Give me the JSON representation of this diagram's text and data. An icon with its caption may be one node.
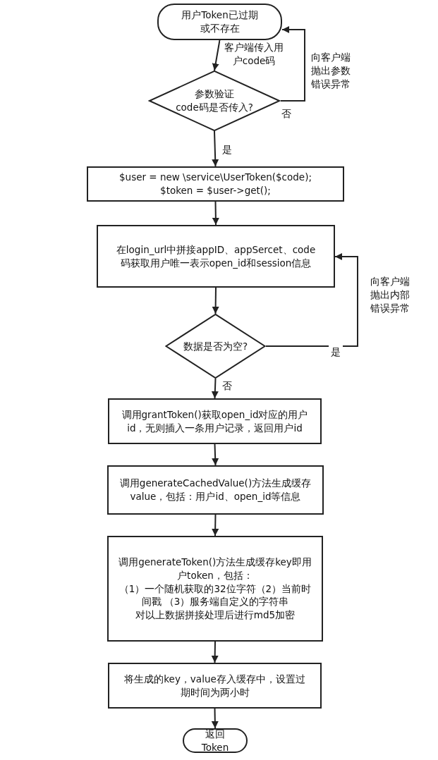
{
  "diagram": {
    "nodes": [
      {
        "text": [
          "用户Token已过期或不存在"
        ]
      },
      {
        "text": [
          "参数验证",
          "code码是否传入?"
        ]
      },
      {
        "text": [
          "$user = new \\service\\UserToken($code);",
          "$token = $user->get();"
        ]
      },
      {
        "text": [
          "在login_url中拼接appID、appSercet、code码获取用户唯一表示open_id和session信息"
        ]
      },
      {
        "text": [
          "数据是否为空?"
        ]
      },
      {
        "text": [
          "调用grantToken()获取open_id对应的用户id，无则插入一条用户记录，返回用户id"
        ]
      },
      {
        "text": [
          "调用generateCachedValue()方法生成缓存value，包括：用户id、open_id等信息"
        ]
      },
      {
        "text": [
          "调用generateToken()方法生成缓存key即用户token，包括：",
          "（1）一个随机获取的32位字符（2）当前时间戳 （3）服务端自定义的字符串",
          "对以上数据拼接处理后进行md5加密"
        ]
      },
      {
        "text": [
          "将生成的key，value存入缓存中，设置过期时间为两小时"
        ]
      },
      {
        "text": [
          "返回 Token"
        ]
      }
    ],
    "edges": [
      {
        "from": 0,
        "to": 1,
        "arrow": "to",
        "label": "客户端传入用户code码"
      },
      {
        "from": 1,
        "to": 0,
        "arrow": "to",
        "label": "向客户端抛出参数错误异常"
      },
      {
        "from": 1,
        "to": 2,
        "arrow": "to",
        "label": "是"
      },
      {
        "from": 2,
        "to": 3,
        "arrow": "to"
      },
      {
        "from": 3,
        "to": 4,
        "arrow": "to"
      },
      {
        "from": 4,
        "to": 3,
        "arrow": "to",
        "label": "向客户端抛出内部错误异常"
      },
      {
        "from": 4,
        "to": 5,
        "arrow": "to",
        "label": "否"
      },
      {
        "from": 5,
        "to": 6,
        "arrow": "to"
      },
      {
        "from": 6,
        "to": 7,
        "arrow": "to"
      },
      {
        "from": 7,
        "to": 8,
        "arrow": "to"
      },
      {
        "from": 8,
        "to": 9,
        "arrow": "to"
      }
    ],
    "labels": [
      "否",
      "是"
    ]
  }
}
